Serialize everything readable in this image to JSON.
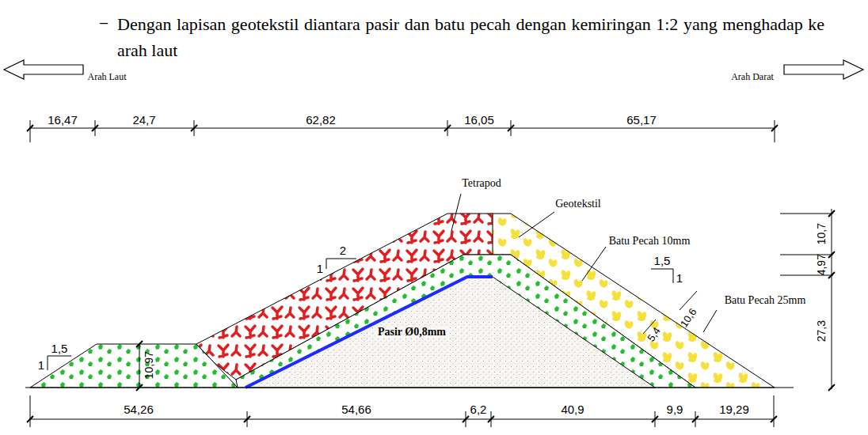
{
  "diagram": {
    "title": "Dengan lapisan geotekstil diantara pasir dan batu pecah dengan kemiringan 1:2 yang menghadap ke arah laut",
    "labels": [
      "−",
      "Arah Laut",
      "Arah Darat",
      "16,47",
      "24,7",
      "62,82",
      "16,05",
      "65,17",
      "Tetrapod",
      "Geotekstil",
      "Batu Pecah 10mm",
      "1",
      "2",
      "1,5",
      "1",
      "10,7",
      "4,97",
      "27,3",
      "Batu Pecah 25mm",
      "1,5",
      "1",
      "10,97",
      "Pasir Ø0,8mm",
      "5,4",
      "10,6",
      "54,26",
      "54,66",
      "6,2",
      "40,9",
      "9,9",
      "19,29"
    ]
  }
}
